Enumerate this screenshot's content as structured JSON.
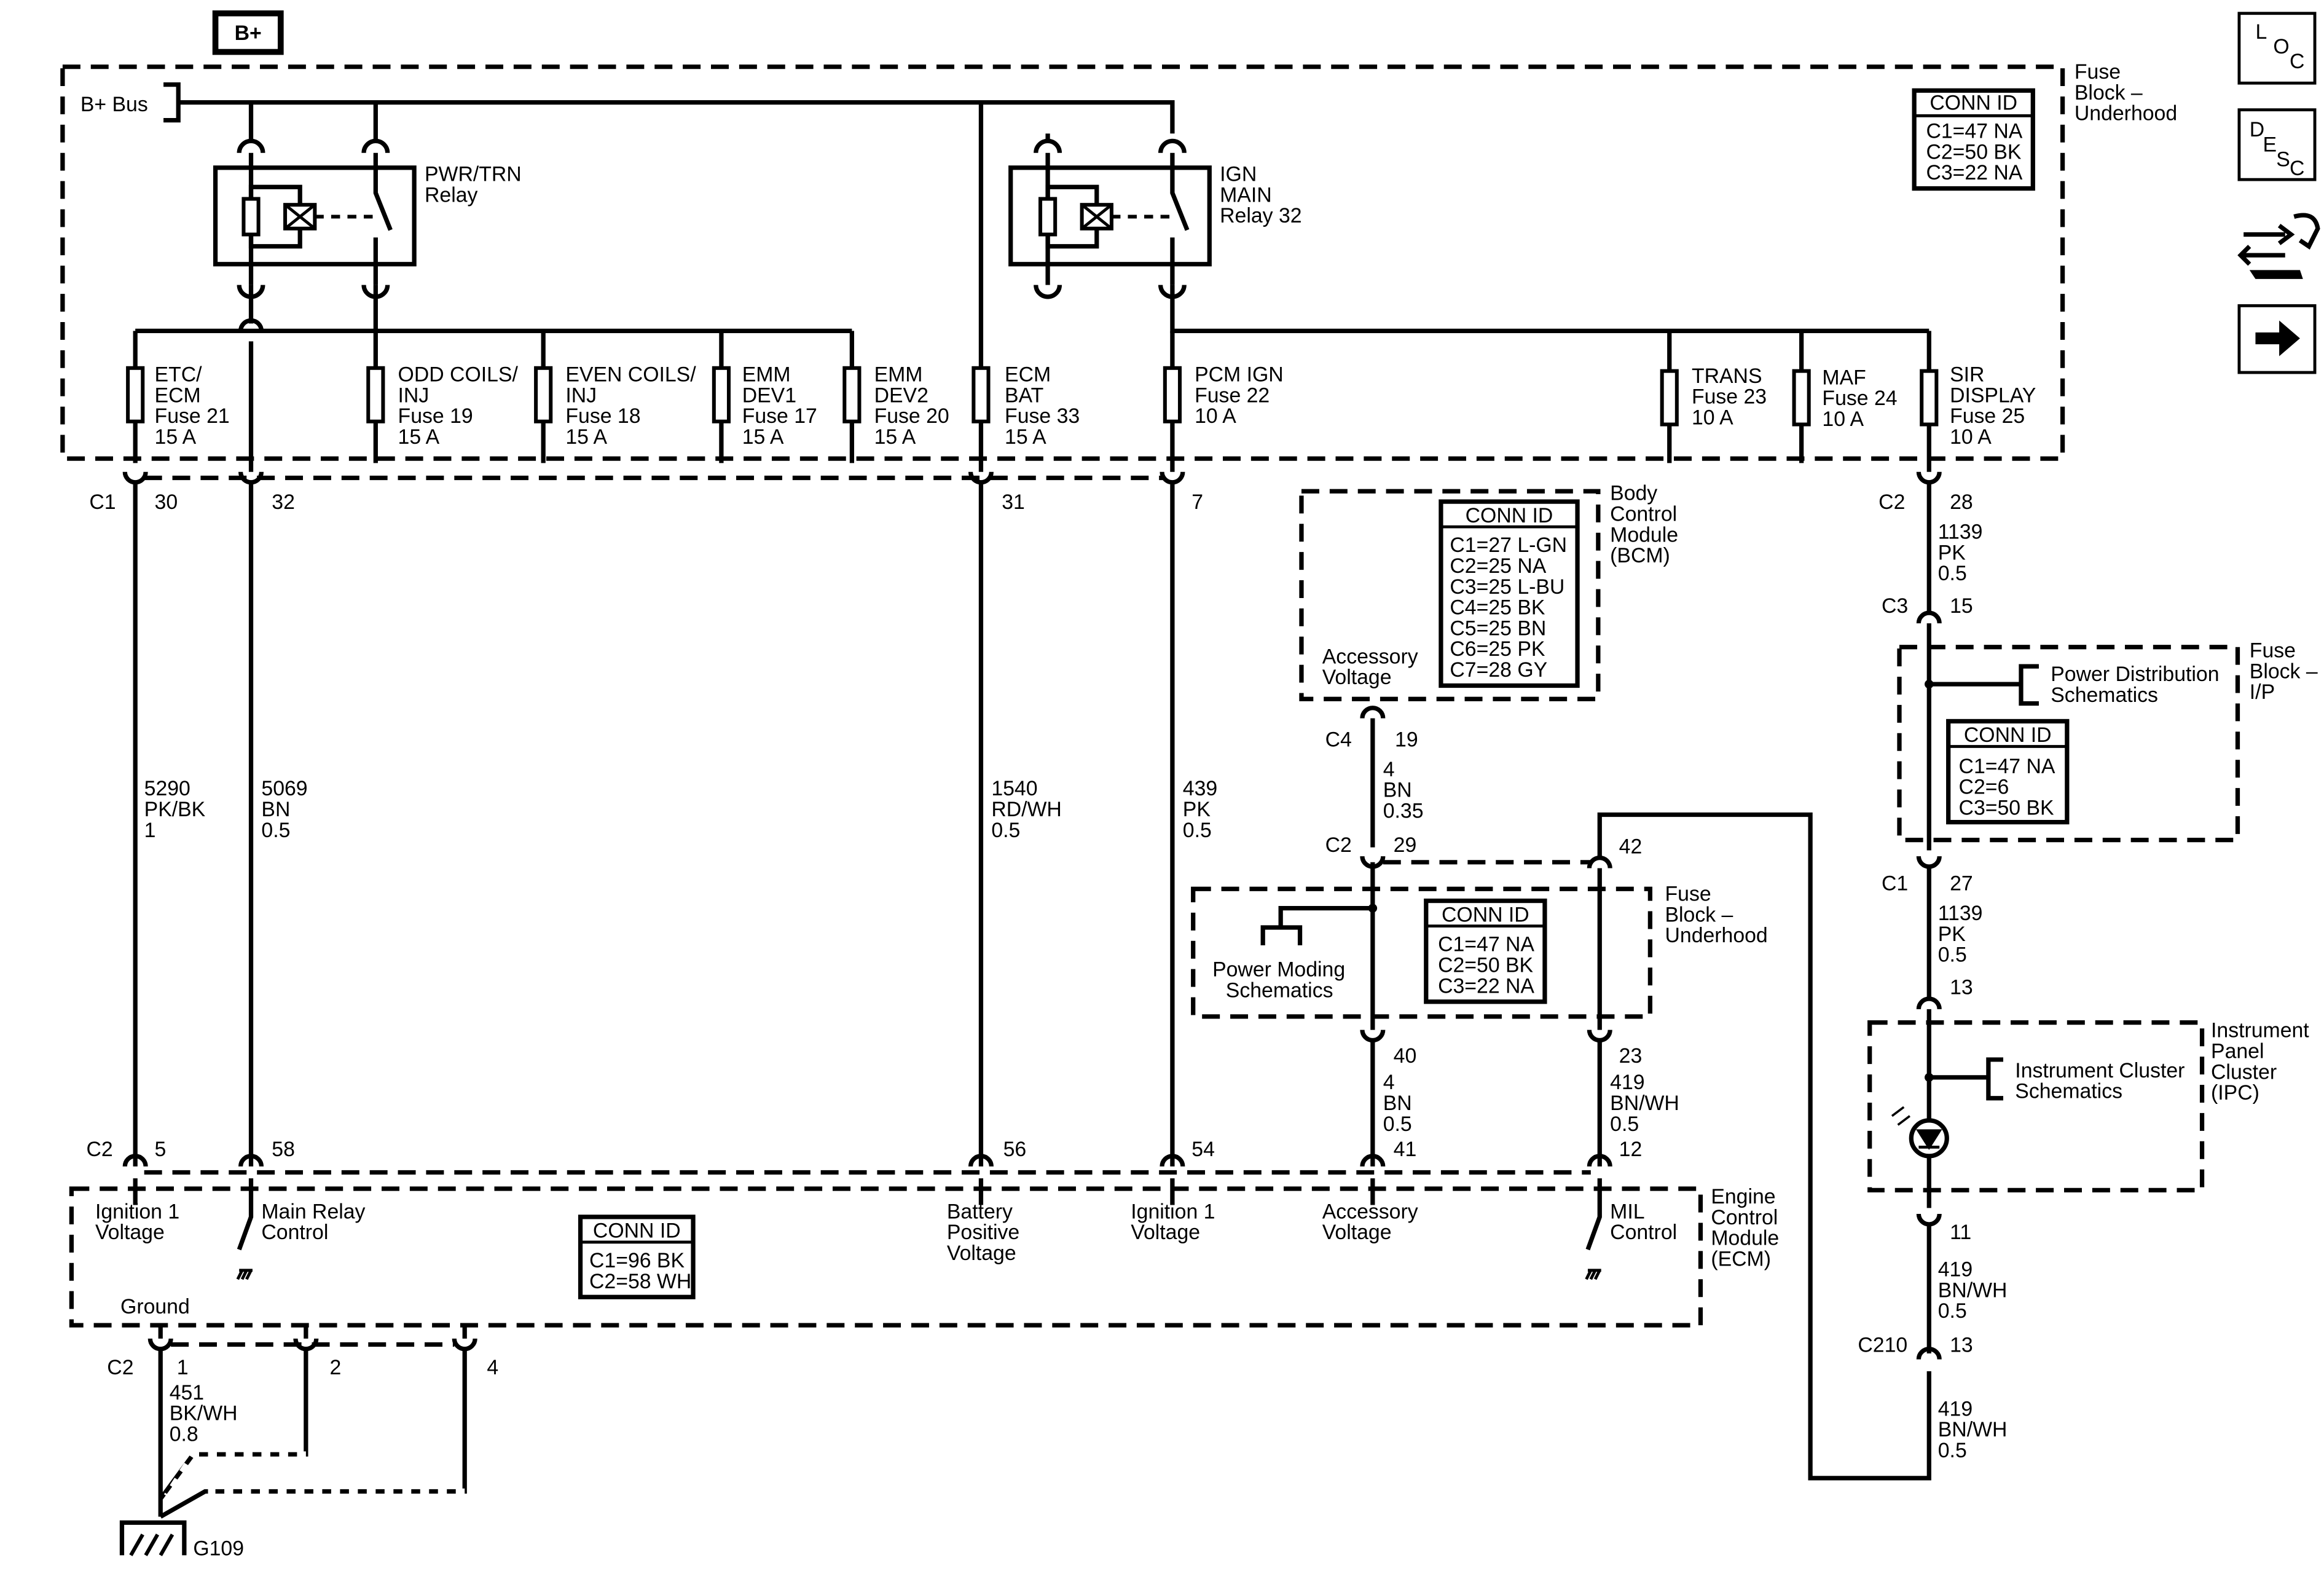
{
  "header": {
    "bplus": "B+"
  },
  "fuse_block_uh": {
    "title": [
      "Fuse",
      "Block –",
      "Underhood"
    ],
    "bus_label": "B+ Bus",
    "conn_id": {
      "title": "CONN ID",
      "lines": [
        "C1=47 NA",
        "C2=50 BK",
        "C3=22 NA"
      ]
    },
    "relay_pwr": [
      "PWR/TRN",
      "Relay"
    ],
    "relay_ign": [
      "IGN",
      "MAIN",
      "Relay 32"
    ],
    "fuses": [
      {
        "lines": [
          "ETC/",
          "ECM",
          "Fuse 21",
          "15 A"
        ]
      },
      {
        "lines": [
          "ODD COILS/",
          "INJ",
          "Fuse 19",
          "15 A"
        ]
      },
      {
        "lines": [
          "EVEN COILS/",
          "INJ",
          "Fuse 18",
          "15 A"
        ]
      },
      {
        "lines": [
          "EMM",
          "DEV1",
          "Fuse 17",
          "15 A"
        ]
      },
      {
        "lines": [
          "EMM",
          "DEV2",
          "Fuse 20",
          "15 A"
        ]
      },
      {
        "lines": [
          "ECM",
          "BAT",
          "Fuse 33",
          "15 A"
        ]
      },
      {
        "lines": [
          "PCM IGN",
          "Fuse 22",
          "10 A"
        ]
      },
      {
        "lines": [
          "TRANS",
          "Fuse 23",
          "10 A"
        ]
      },
      {
        "lines": [
          "MAF",
          "Fuse 24",
          "10 A"
        ]
      },
      {
        "lines": [
          "SIR",
          "DISPLAY",
          "Fuse 25",
          "10 A"
        ]
      }
    ],
    "pins_c1": {
      "conn": "C1",
      "pins": [
        "30",
        "32",
        "31",
        "7"
      ]
    },
    "pin_c2_28": {
      "conn": "C2",
      "pin": "28"
    }
  },
  "bcm": {
    "title": [
      "Body",
      "Control",
      "Module",
      "(BCM)"
    ],
    "conn_id": {
      "title": "CONN ID",
      "lines": [
        "C1=27 L-GN",
        "C2=25 NA",
        "C3=25 L-BU",
        "C4=25 BK",
        "C5=25 BN",
        "C6=25 PK",
        "C7=28 GY"
      ]
    },
    "acc_label": [
      "Accessory",
      "Voltage"
    ],
    "pin": {
      "conn": "C4",
      "pin": "19"
    }
  },
  "wires": {
    "w5290": [
      "5290",
      "PK/BK",
      "1"
    ],
    "w5069": [
      "5069",
      "BN",
      "0.5"
    ],
    "w1540": [
      "1540",
      "RD/WH",
      "0.5"
    ],
    "w439": [
      "439",
      "PK",
      "0.5"
    ],
    "w4a": [
      "4",
      "BN",
      "0.35"
    ],
    "w4b": [
      "4",
      "BN",
      "0.5"
    ],
    "w419a": [
      "419",
      "BN/WH",
      "0.5"
    ],
    "w1139a": [
      "1139",
      "PK",
      "0.5"
    ],
    "w1139b": [
      "1139",
      "PK",
      "0.5"
    ],
    "w419b": [
      "419",
      "BN/WH",
      "0.5"
    ],
    "w419c": [
      "419",
      "BN/WH",
      "0.5"
    ],
    "w451": [
      "451",
      "BK/WH",
      "0.8"
    ]
  },
  "fuse_block_uh2": {
    "title": [
      "Fuse",
      "Block –",
      "Underhood"
    ],
    "conn_id": {
      "title": "CONN ID",
      "lines": [
        "C1=47 NA",
        "C2=50 BK",
        "C3=22 NA"
      ]
    },
    "power_moding": [
      "Power Moding",
      "Schematics"
    ],
    "c2_29": {
      "conn": "C2",
      "pin": "29"
    },
    "pin42": "42",
    "pin40": "40",
    "pin23": "23"
  },
  "fuse_block_ip": {
    "title": [
      "Fuse",
      "Block –",
      "I/P"
    ],
    "conn_id": {
      "title": "CONN ID",
      "lines": [
        "C1=47 NA",
        "C2=6",
        "C3=50 BK"
      ]
    },
    "pds": [
      "Power Distribution",
      "Schematics"
    ],
    "c3_15": {
      "conn": "C3",
      "pin": "15"
    },
    "c1_27": {
      "conn": "C1",
      "pin": "27"
    }
  },
  "ipc": {
    "title": [
      "Instrument",
      "Panel",
      "Cluster",
      "(IPC)"
    ],
    "ics": [
      "Instrument Cluster",
      "Schematics"
    ],
    "pin13": "13",
    "pin11": "11"
  },
  "c210": {
    "conn": "C210",
    "pin": "13"
  },
  "ecm": {
    "title": [
      "Engine",
      "Control",
      "Module",
      "(ECM)"
    ],
    "conn_id": {
      "title": "CONN ID",
      "lines": [
        "C1=96 BK",
        "C2=58 WH"
      ]
    },
    "c2_conn": "C2",
    "pins": [
      "5",
      "58",
      "56",
      "54",
      "41",
      "12"
    ],
    "labels": {
      "ign1a": [
        "Ignition 1",
        "Voltage"
      ],
      "mainrelay": [
        "Main Relay",
        "Control"
      ],
      "batt": [
        "Battery",
        "Positive",
        "Voltage"
      ],
      "ign1b": [
        "Ignition 1",
        "Voltage"
      ],
      "acc": [
        "Accessory",
        "Voltage"
      ],
      "mil": [
        "MIL",
        "Control"
      ]
    },
    "ground_label": "Ground",
    "gnd_conn": "C2",
    "gnd_pins": [
      "1",
      "2",
      "4"
    ]
  },
  "ground": {
    "label": "G109"
  },
  "side_icons": {
    "loc": [
      "L",
      "O",
      "C"
    ],
    "desc": [
      "D",
      "E",
      "S",
      "C"
    ],
    "names": [
      "loc-icon",
      "desc-icon",
      "schematic-tools-icon",
      "next-arrow-icon"
    ]
  }
}
